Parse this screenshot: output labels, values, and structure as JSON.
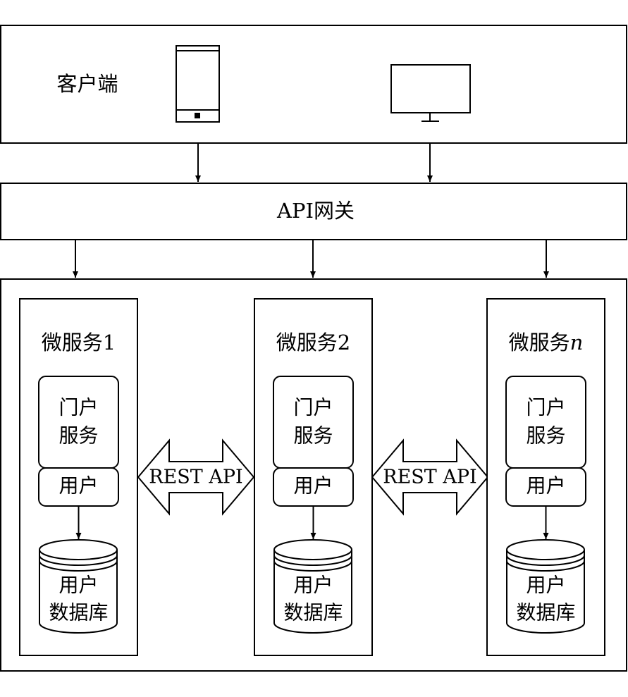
{
  "client": {
    "label": "客户端"
  },
  "gateway": {
    "label": "API网关"
  },
  "microservices": [
    {
      "title_main": "微服务",
      "title_suffix": "1",
      "suffix_italic": false,
      "portal_line1": "门户",
      "portal_line2": "服务",
      "user_label": "用户",
      "db_line1": "用户",
      "db_line2": "数据库"
    },
    {
      "title_main": "微服务",
      "title_suffix": "2",
      "suffix_italic": false,
      "portal_line1": "门户",
      "portal_line2": "服务",
      "user_label": "用户",
      "db_line1": "用户",
      "db_line2": "数据库"
    },
    {
      "title_main": "微服务",
      "title_suffix": "n",
      "suffix_italic": true,
      "portal_line1": "门户",
      "portal_line2": "服务",
      "user_label": "用户",
      "db_line1": "用户",
      "db_line2": "数据库"
    }
  ],
  "connectors": [
    {
      "label": "REST API"
    },
    {
      "label": "REST API"
    }
  ],
  "icons": {
    "client_devices": [
      "phone-icon",
      "monitor-icon"
    ]
  }
}
